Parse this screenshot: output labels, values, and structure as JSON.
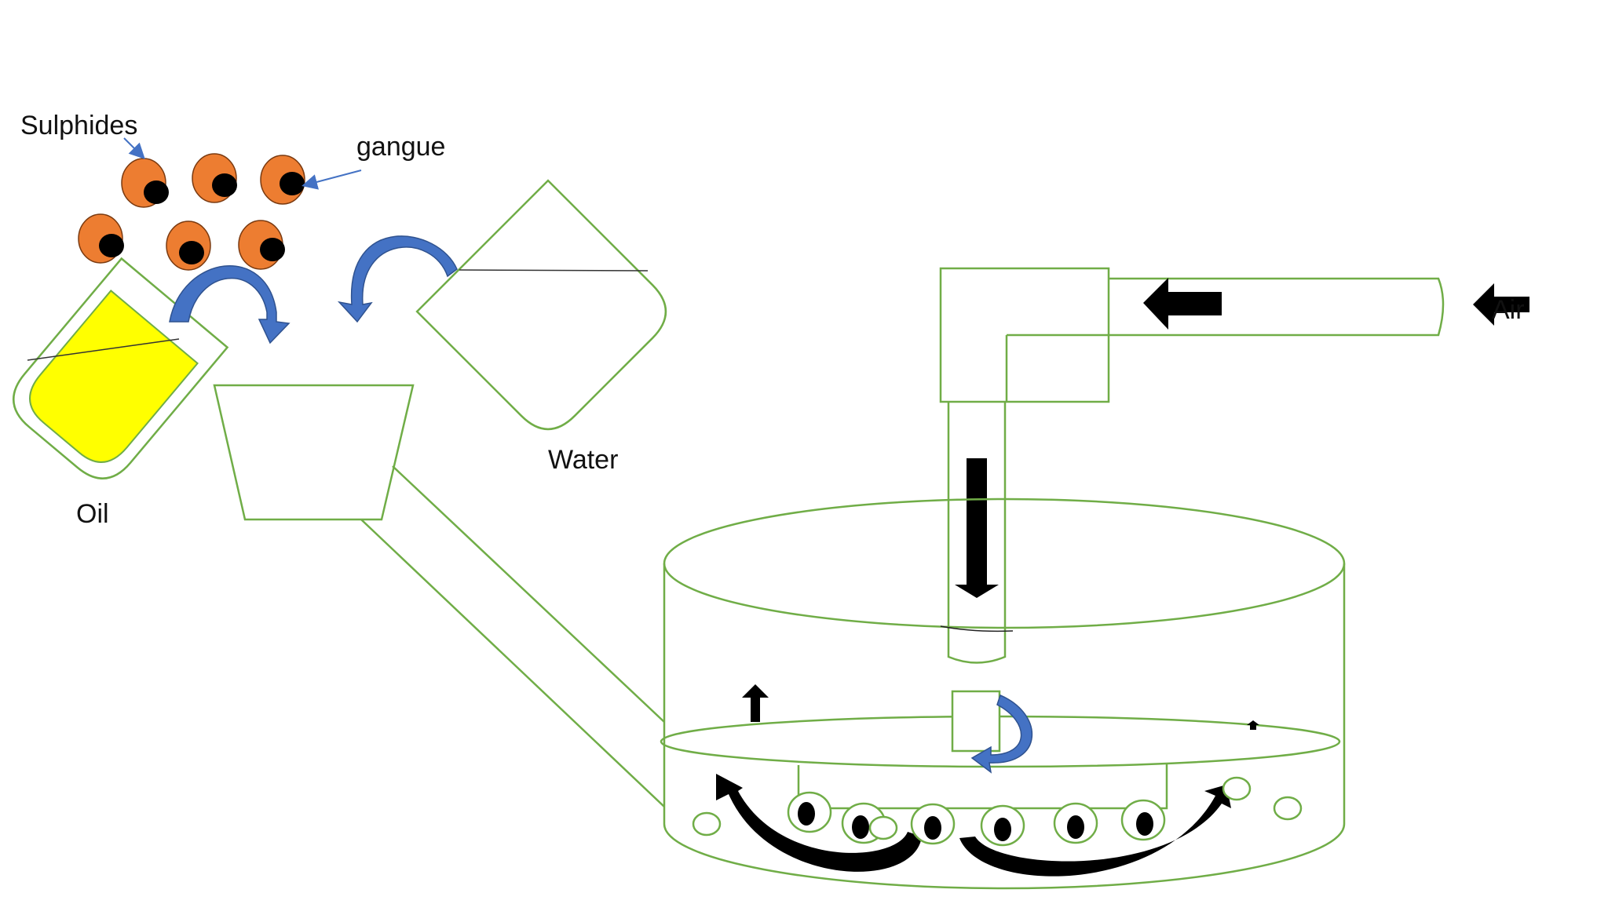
{
  "labels": {
    "sulphides": "Sulphides",
    "gangue": "gangue",
    "oil": "Oil",
    "water": "Water",
    "air": "Air"
  },
  "colors": {
    "outline": "#70AD47",
    "oil_fill": "#FFFF00",
    "particle_orange": "#ED7D31",
    "curved_arrow_blue": "#4472C4",
    "arrow_black": "#000000",
    "background": "#FFFFFF"
  },
  "icons": {
    "flow_arrow": "black-block-arrow",
    "pour_arrow": "blue-curved-arrow"
  }
}
